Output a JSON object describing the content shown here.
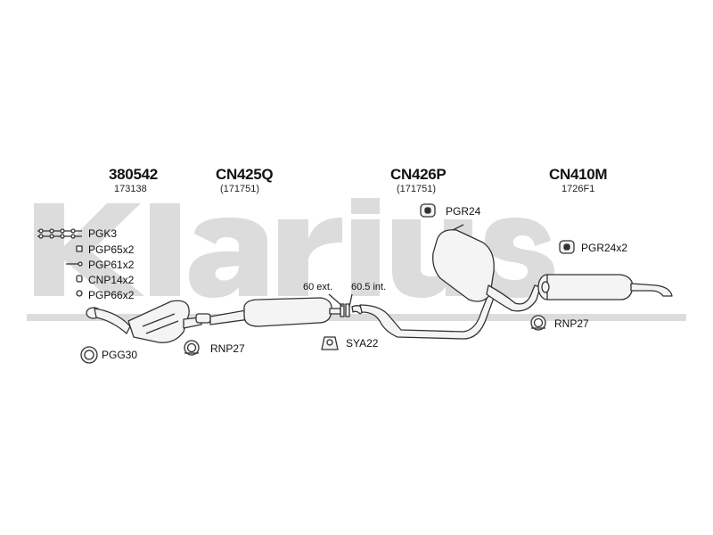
{
  "watermark": {
    "text": "Klarius",
    "color": "#d9d9d9"
  },
  "parts": [
    {
      "number": "380542",
      "ref": "173138"
    },
    {
      "number": "CN425Q",
      "ref": "(171751)"
    },
    {
      "number": "CN426P",
      "ref": "(171751)"
    },
    {
      "number": "CN410M",
      "ref": "1726F1"
    }
  ],
  "fitting_kit": [
    "PGK3",
    "PGP65x2",
    "PGP61x2",
    "CNP14x2",
    "PGP66x2"
  ],
  "components": {
    "pgg30": "PGG30",
    "rnp27_left": "RNP27",
    "sya22": "SYA22",
    "rnp27_right": "RNP27",
    "pgr24": "PGR24",
    "pgr24x2": "PGR24x2"
  },
  "dimensions": {
    "ext": "60 ext.",
    "int": "60.5 int."
  },
  "colors": {
    "line": "#333333",
    "fill": "#f4f4f4"
  }
}
